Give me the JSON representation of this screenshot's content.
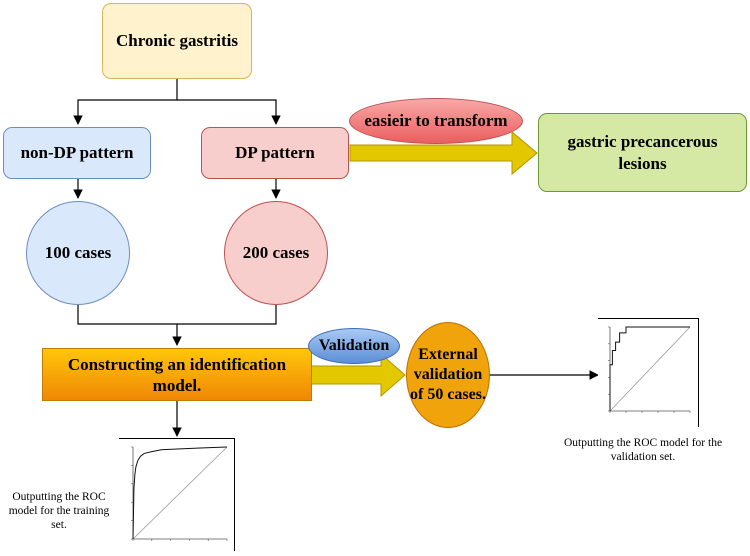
{
  "nodes": {
    "chronic": "Chronic gastritis",
    "non_dp": "non-DP pattern",
    "dp": "DP pattern",
    "cases100": "100 cases",
    "cases200": "200 cases",
    "transform": "easieir to transform",
    "precancer": "gastric precancerous lesions",
    "model": "Constructing an identification model.",
    "validation": "Validation",
    "external": "External validation of 50 cases."
  },
  "captions": {
    "training": "Outputting the ROC model for the training set.",
    "validation_set": "Outputting the ROC model for the validation set."
  },
  "colors": {
    "yellow_fill": "#fff2cc",
    "yellow_stroke": "#d6b656",
    "blue_fill": "#dae8fc",
    "blue_stroke": "#6c8ebf",
    "red_fill": "#f8cecc",
    "red_stroke": "#b85450",
    "green_fill": "#d5e8a4",
    "green_stroke": "#6a9a34",
    "orange_fill": "#f0a30a",
    "arrow_fill": "#e3c800"
  },
  "chart_data": [
    {
      "type": "line",
      "series": [
        {
          "x": [
            0,
            0.01,
            0.02,
            0.03,
            0.05,
            0.08,
            0.12,
            0.2,
            0.3,
            0.5,
            0.75,
            1.0
          ],
          "y": [
            0,
            0.55,
            0.7,
            0.78,
            0.85,
            0.9,
            0.93,
            0.95,
            0.97,
            0.98,
            0.99,
            1.0
          ]
        }
      ],
      "xlim": [
        0,
        1
      ],
      "ylim": [
        0,
        1
      ]
    },
    {
      "type": "line",
      "series": [
        {
          "x": [
            0,
            0,
            0.03,
            0.03,
            0.07,
            0.07,
            0.12,
            0.12,
            0.2,
            0.2,
            1.0
          ],
          "y": [
            0,
            0.55,
            0.55,
            0.72,
            0.72,
            0.82,
            0.82,
            0.93,
            0.93,
            1.0,
            1.0
          ]
        }
      ],
      "xlim": [
        0,
        1
      ],
      "ylim": [
        0,
        1
      ]
    }
  ]
}
